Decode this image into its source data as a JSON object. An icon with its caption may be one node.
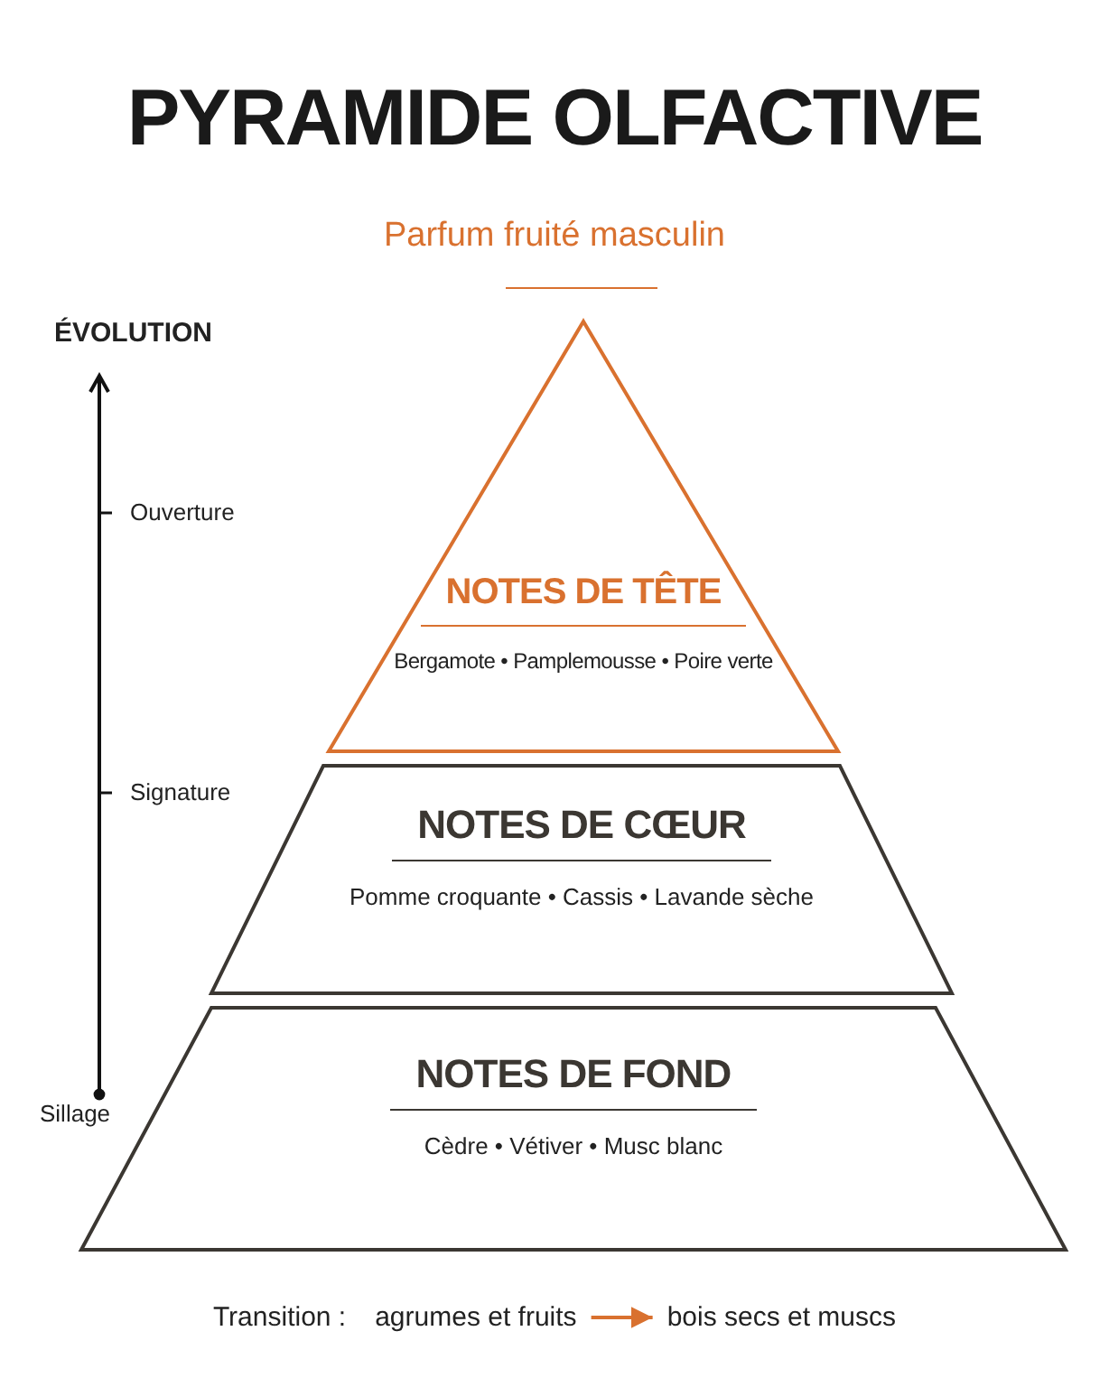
{
  "diagram": {
    "title": "PYRAMIDE OLFACTIVE",
    "caption": "Parfum fruité masculin",
    "nodes": [
      {
        "text": [
          "NOTES DE TÊTE",
          "Bergamote • Pamplemousse • Poire verte"
        ]
      },
      {
        "text": [
          "NOTES DE CŒUR",
          "Pomme croquante • Cassis • Lavande sèche"
        ]
      },
      {
        "text": [
          "NOTES DE FOND",
          "Cèdre • Vétiver • Musc blanc"
        ]
      },
      {
        "text": [
          "agrumes et fruits"
        ]
      },
      {
        "text": [
          "bois secs et muscs"
        ]
      }
    ],
    "edges": [
      {
        "from": 3,
        "to": 4,
        "arrow": "to",
        "color": "#d9712f"
      }
    ],
    "labels": [
      "ÉVOLUTION",
      "Ouverture",
      "Signature",
      "Sillage",
      "Transition :"
    ]
  }
}
